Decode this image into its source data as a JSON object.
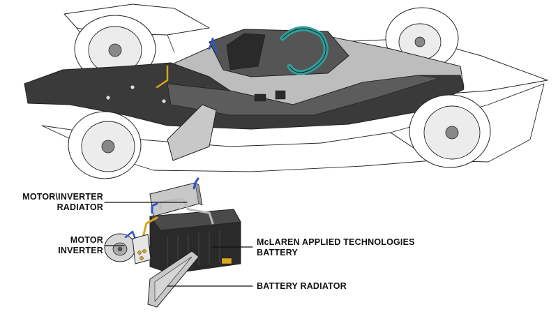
{
  "labels": {
    "motor_inverter_radiator": [
      "MOTOR\\INVERTER",
      "RADIATOR"
    ],
    "motor_inverter": [
      "MOTOR",
      "INVERTER"
    ],
    "battery": [
      "McLAREN APPLIED TECHNOLOGIES",
      "BATTERY"
    ],
    "battery_radiator": [
      "BATTERY RADIATOR"
    ]
  },
  "colors": {
    "body_dark": "#3a3a3a",
    "body_mid": "#5c5c5c",
    "body_light": "#bdbdbd",
    "halo": "#2e9f9a",
    "coolant_pipe": "#2f55c8",
    "copper_wire": "#d8a51c",
    "radiator_fill": "#c8c8c8"
  }
}
